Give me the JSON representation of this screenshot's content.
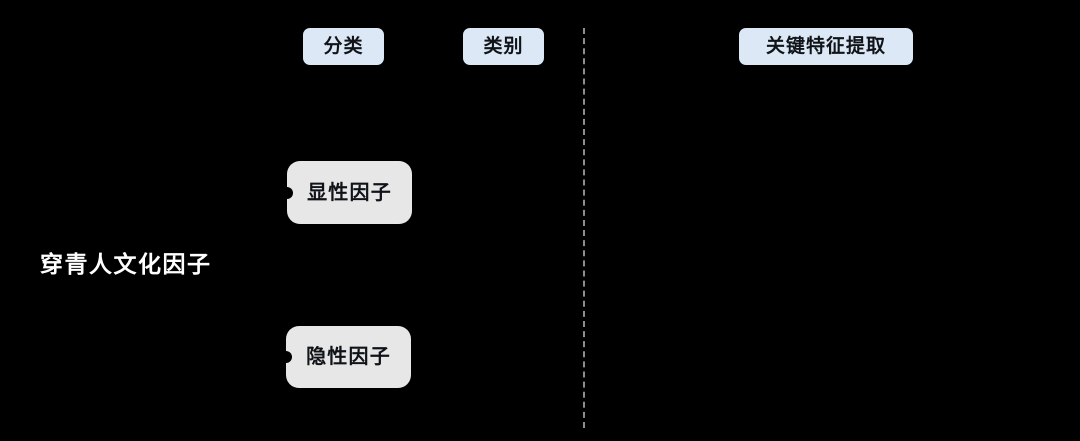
{
  "diagram": {
    "background_color": "#000000",
    "columns": [
      {
        "id": "classification",
        "label": "分类"
      },
      {
        "id": "category",
        "label": "类别"
      },
      {
        "id": "key-feature-extraction",
        "label": "关键特征提取"
      }
    ],
    "root": {
      "label": "穿青人文化因子",
      "color": "#ffffff"
    },
    "nodes": [
      {
        "id": "explicit-factor",
        "label": "显性因子",
        "column": "classification"
      },
      {
        "id": "implicit-factor",
        "label": "隐性因子",
        "column": "classification"
      }
    ],
    "divider": {
      "style": "dashed",
      "orientation": "vertical",
      "color": "#8e8e8e"
    },
    "colors": {
      "badge_background": "#dce8f6",
      "badge_text": "#101418",
      "node_background": "#e7e7e7",
      "node_text": "#101418",
      "connector_dot": "#000000"
    }
  }
}
